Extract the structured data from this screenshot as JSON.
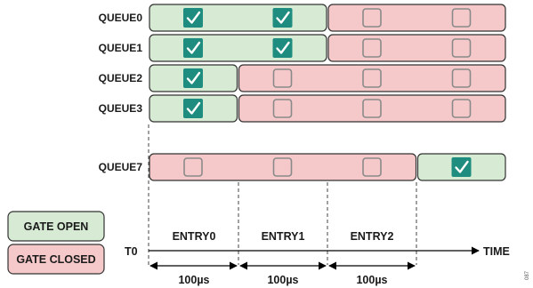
{
  "queues": [
    {
      "label": "QUEUE0",
      "states": [
        true,
        true,
        false,
        false
      ]
    },
    {
      "label": "QUEUE1",
      "states": [
        true,
        true,
        false,
        false
      ]
    },
    {
      "label": "QUEUE2",
      "states": [
        true,
        false,
        false,
        false
      ]
    },
    {
      "label": "QUEUE3",
      "states": [
        true,
        false,
        false,
        false
      ]
    },
    {
      "label": "QUEUE7",
      "states": [
        false,
        false,
        false,
        true
      ]
    }
  ],
  "legend": {
    "open": "GATE OPEN",
    "closed": "GATE CLOSED"
  },
  "timeline": {
    "start_label": "T0",
    "end_label": "TIME",
    "entries": [
      "ENTRY0",
      "ENTRY1",
      "ENTRY2"
    ],
    "durations": [
      "100µs",
      "100µs",
      "100µs"
    ]
  },
  "figure_id": "087",
  "colors": {
    "open_fill": "#d6ead4",
    "closed_fill": "#f5c9c9",
    "border": "#333333",
    "check_fill": "#1e8c7e",
    "empty_box": "#8a8a8a"
  }
}
